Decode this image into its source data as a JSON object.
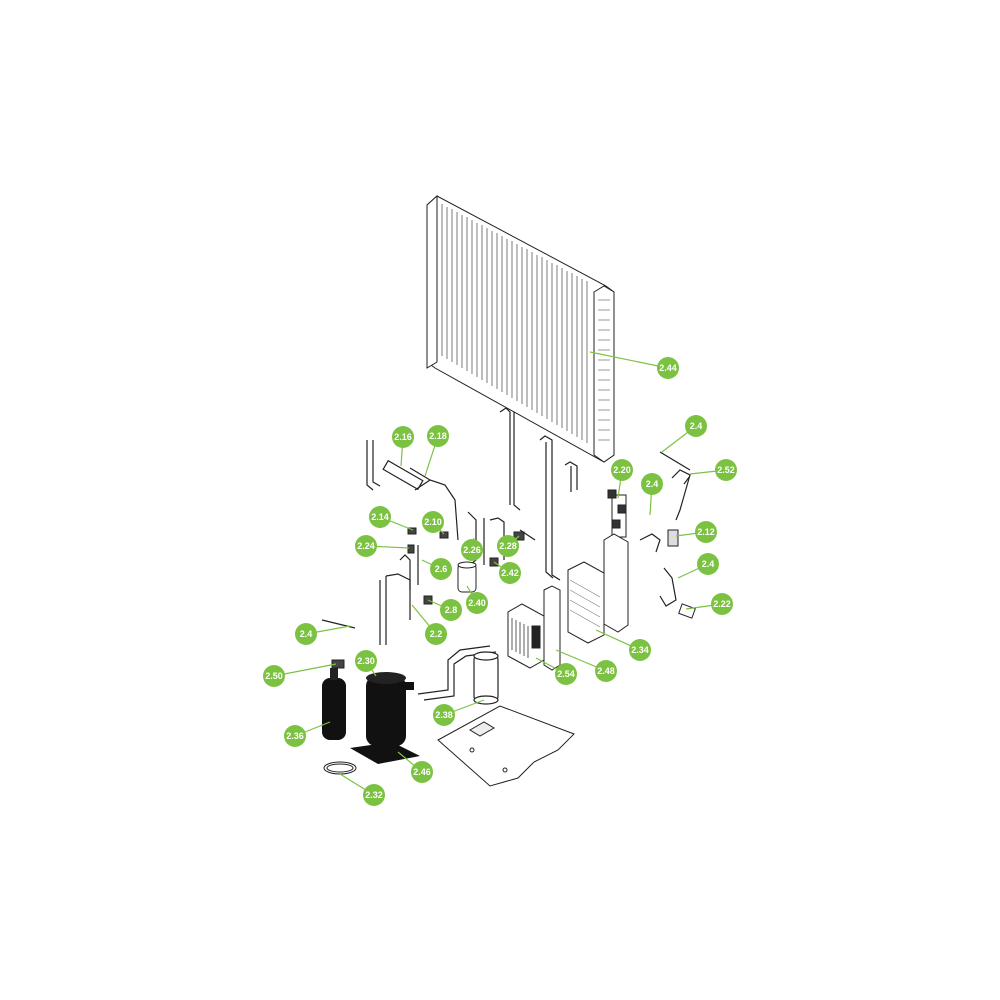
{
  "colors": {
    "callout_fill": "#7cc242",
    "callout_leader": "#7cc242",
    "callout_text": "#ffffff",
    "line_art": "#222222",
    "solid_part": "#111111",
    "background": "#ffffff"
  },
  "callouts": {
    "c244": "2.44",
    "c24a": "2.4",
    "c252": "2.52",
    "c220": "2.20",
    "c24b": "2.4",
    "c212": "2.12",
    "c24c": "2.4",
    "c222": "2.22",
    "c216": "2.16",
    "c218": "2.18",
    "c214": "2.14",
    "c210": "2.10",
    "c224": "2.24",
    "c226": "2.26",
    "c228": "2.28",
    "c26": "2.6",
    "c242": "2.42",
    "c240": "2.40",
    "c28": "2.8",
    "c22": "2.2",
    "c24d": "2.4",
    "c234": "2.34",
    "c248": "2.48",
    "c254": "2.54",
    "c250": "2.50",
    "c230": "2.30",
    "c238": "2.38",
    "c236": "2.36",
    "c246": "2.46",
    "c232": "2.32"
  }
}
